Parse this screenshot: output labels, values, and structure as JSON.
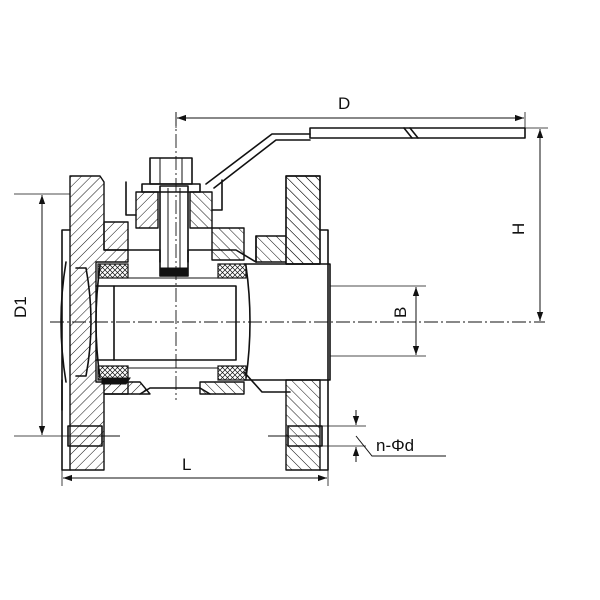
{
  "labels": {
    "D": "D",
    "H": "H",
    "B": "B",
    "D1": "D1",
    "L": "L",
    "holes": "n-Φd"
  }
}
